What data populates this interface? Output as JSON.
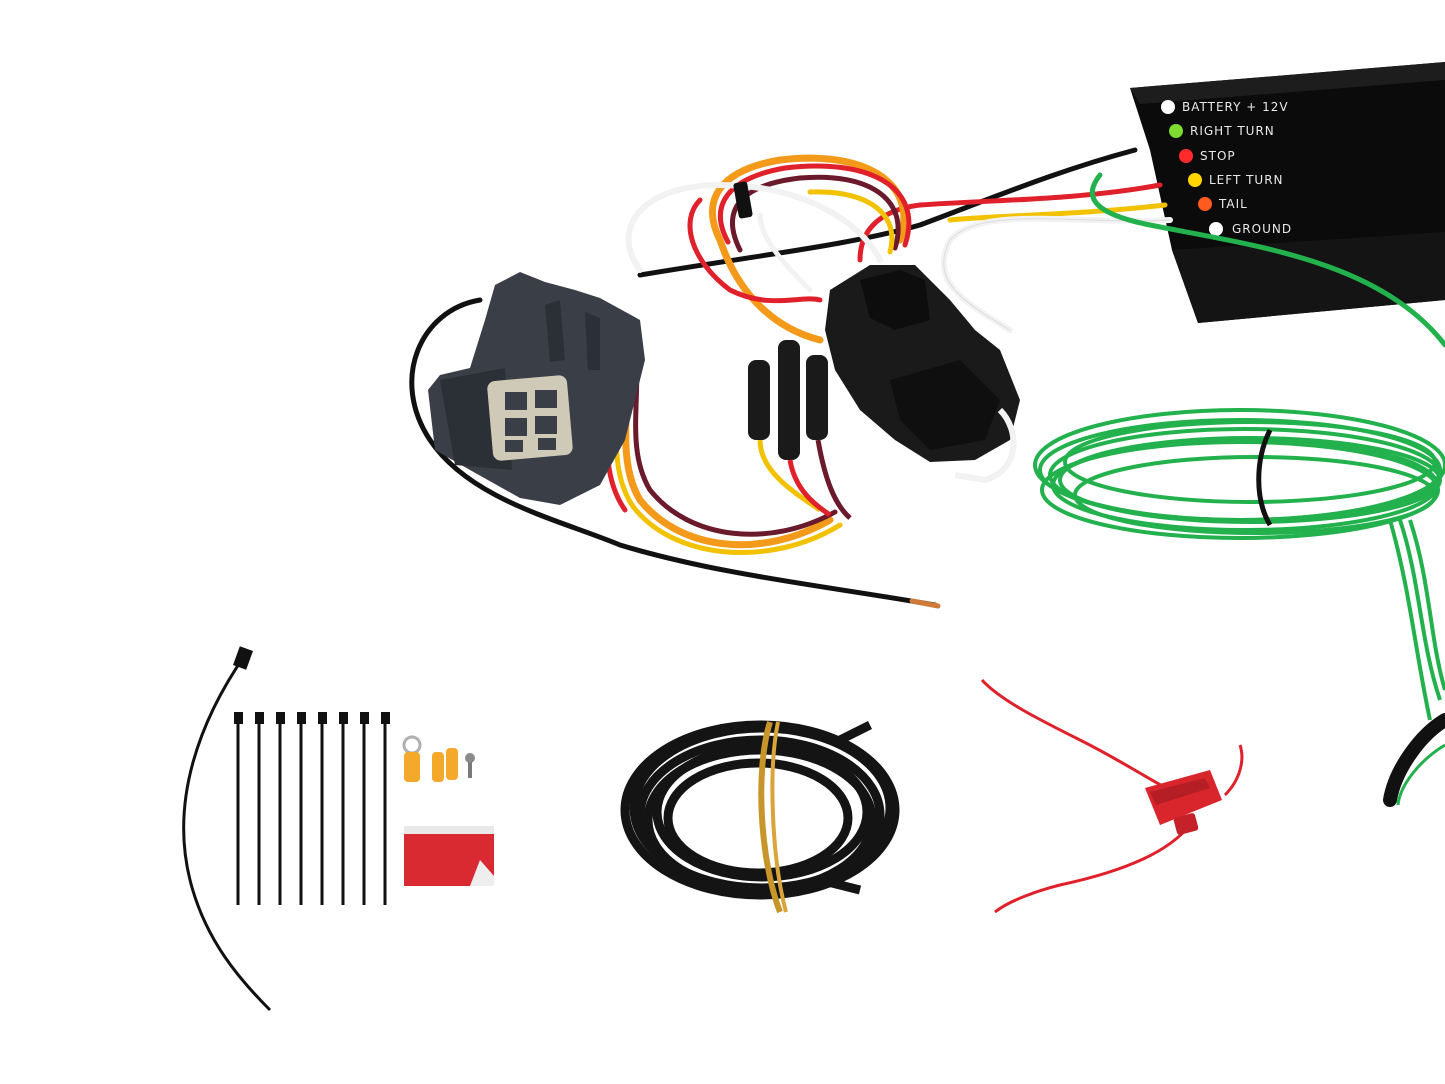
{
  "image": {
    "background": "#ffffff",
    "subject": "trailer wiring harness kit with powered converter box, T-connectors, ground wire, green power wire, zip ties, fuse holder and hardware"
  },
  "converter_box": {
    "labels": [
      {
        "text": "BATTERY + 12V",
        "led_color": "#ffffff"
      },
      {
        "text": "RIGHT TURN",
        "led_color": "#7ddc2f"
      },
      {
        "text": "STOP",
        "led_color": "#ff2b2b"
      },
      {
        "text": "LEFT TURN",
        "led_color": "#ffd400"
      },
      {
        "text": "TAIL",
        "led_color": "#ff5a1f"
      },
      {
        "text": "GROUND",
        "led_color": "#ffffff"
      }
    ]
  },
  "colors": {
    "box": "#0b0b0b",
    "wire_green": "#22b14c",
    "wire_red": "#e0202a",
    "wire_yellow": "#f2c200",
    "wire_orange": "#f39a1a",
    "wire_brown": "#6a1a2a",
    "wire_white": "#f2f2f2",
    "wire_black": "#111111",
    "connector_gray": "#3a3f47",
    "connector_black": "#1a1a1a",
    "rubber_band": "#c8952a",
    "fuse_holder": "#d8262c",
    "terminal_yellow": "#f4a92a",
    "tape_red": "#d92a32"
  },
  "kit_items": {
    "small_zip_tie_count": 8,
    "long_zip_tie_count": 1,
    "butt_connector_count": 2,
    "ring_terminal_count": 1,
    "screw_count": 1
  }
}
